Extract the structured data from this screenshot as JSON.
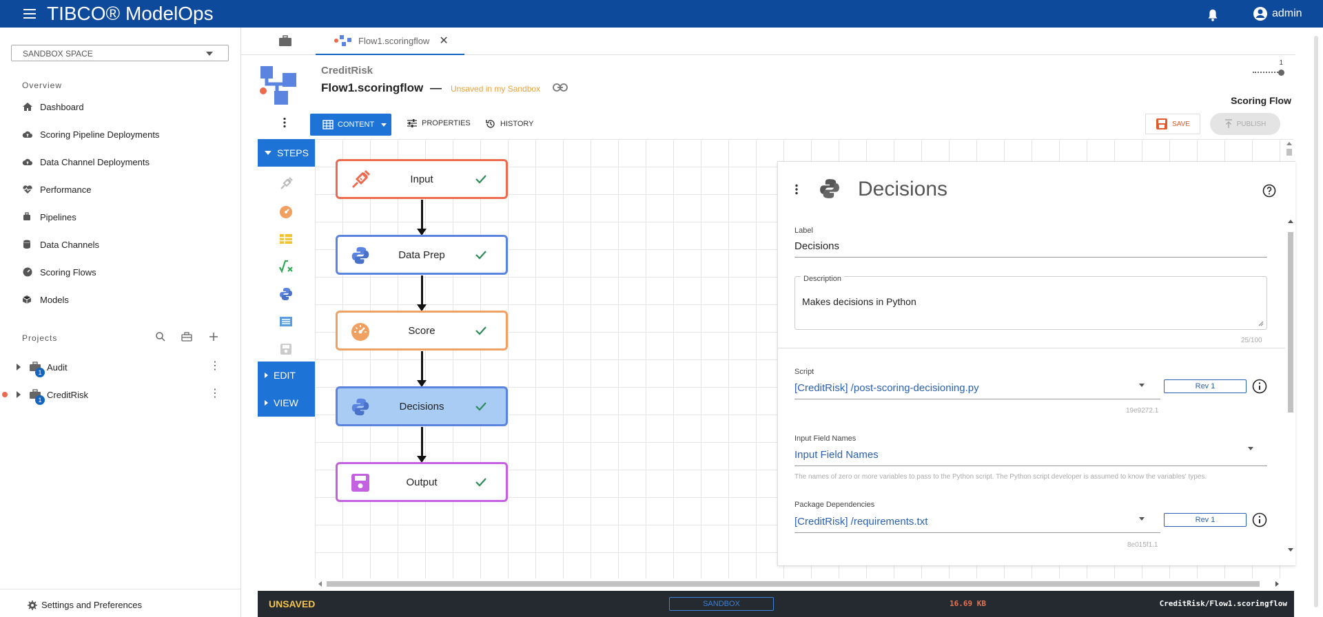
{
  "app": {
    "brand": "TIBCO® ModelOps",
    "user": "admin"
  },
  "colors": {
    "topbar": "#0d4a9b",
    "accent": "#1e73d6",
    "input_node": "#ed6a4f",
    "python_node": "#5b84e0",
    "score_node": "#f0a060",
    "output_node": "#c461e0",
    "unsaved": "#f5c44a",
    "size": "#f0704a"
  },
  "sidebar": {
    "space_selector": "SANDBOX SPACE",
    "overview_label": "Overview",
    "items": [
      {
        "label": "Dashboard",
        "icon": "home-icon"
      },
      {
        "label": "Scoring Pipeline Deployments",
        "icon": "cloud-upload-icon"
      },
      {
        "label": "Data Channel Deployments",
        "icon": "cloud-upload-icon"
      },
      {
        "label": "Performance",
        "icon": "heartbeat-icon"
      },
      {
        "label": "Pipelines",
        "icon": "pipeline-icon"
      },
      {
        "label": "Data Channels",
        "icon": "database-icon"
      },
      {
        "label": "Scoring Flows",
        "icon": "gauge-icon"
      },
      {
        "label": "Models",
        "icon": "cube-icon"
      }
    ],
    "projects_label": "Projects",
    "projects": [
      {
        "name": "Audit",
        "count": "1"
      },
      {
        "name": "CreditRisk",
        "count": "1"
      }
    ],
    "settings": "Settings and Preferences"
  },
  "tabs": {
    "file_tab": "Flow1.scoringflow"
  },
  "header": {
    "project": "CreditRisk",
    "file_name": "Flow1.scoringflow",
    "dash": "—",
    "unsaved_note": "Unsaved in my Sandbox",
    "minimap_count": "1",
    "flow_type": "Scoring Flow"
  },
  "toolbar": {
    "content": "CONTENT",
    "properties": "PROPERTIES",
    "history": "HISTORY",
    "save": "SAVE",
    "publish": "PUBLISH"
  },
  "palette": {
    "steps": "STEPS",
    "edit": "EDIT",
    "view": "VIEW"
  },
  "flow": {
    "nodes": [
      {
        "label": "Input",
        "icon": "syringe-icon",
        "status": "valid"
      },
      {
        "label": "Data Prep",
        "icon": "python-icon",
        "status": "valid"
      },
      {
        "label": "Score",
        "icon": "gauge-icon",
        "status": "valid"
      },
      {
        "label": "Decisions",
        "icon": "python-icon",
        "status": "valid",
        "selected": true
      },
      {
        "label": "Output",
        "icon": "save-icon",
        "status": "valid"
      }
    ]
  },
  "panel": {
    "title": "Decisions",
    "label_caption": "Label",
    "label_value": "Decisions",
    "description_caption": "Description",
    "description_value": "Makes decisions in Python",
    "description_counter": "25/100",
    "script_caption": "Script",
    "script_value": "[CreditRisk] /post-scoring-decisioning.py",
    "script_rev": "Rev 1",
    "script_hash": "19e9272.1",
    "input_fields_caption": "Input Field Names",
    "input_fields_placeholder": "Input Field Names",
    "input_fields_hint": "The names of zero or more variables to pass to the Python script. The Python script developer is assumed to know the variables' types.",
    "package_caption": "Package Dependencies",
    "package_value": "[CreditRisk] /requirements.txt",
    "package_rev": "Rev 1",
    "package_hash": "8e015f1.1"
  },
  "status": {
    "state": "UNSAVED",
    "space": "SANDBOX",
    "size": "16.69 KB",
    "path": "CreditRisk/Flow1.scoringflow"
  }
}
